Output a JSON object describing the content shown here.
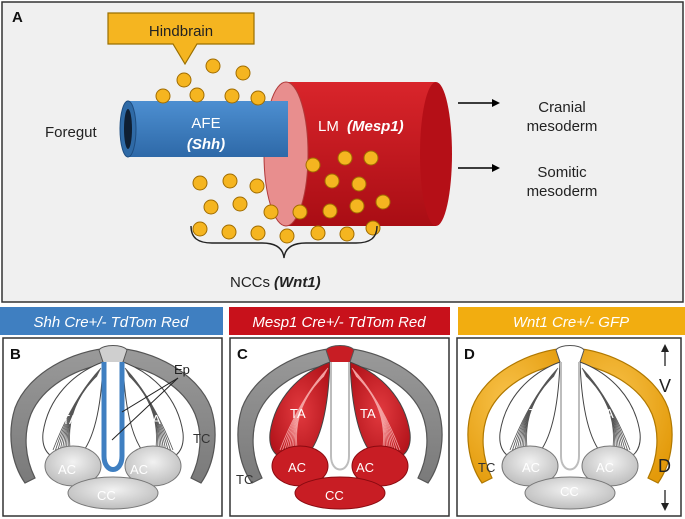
{
  "panel_a": {
    "letter": "A",
    "hindbrain": "Hindbrain",
    "foregut": "Foregut",
    "afe": "AFE",
    "afe_gene": "(Shh)",
    "lm": "LM",
    "lm_gene": "(Mesp1)",
    "cranial_line1": "Cranial",
    "cranial_line2": "mesoderm",
    "somitic_line1": "Somitic",
    "somitic_line2": "mesoderm",
    "nccs": "NCCs",
    "nccs_gene": "(Wnt1)"
  },
  "panel_b": {
    "letter": "B",
    "header": "Shh Cre+/- TdTom Red",
    "header_color": "#3f7fc1",
    "ep": "Ep",
    "ta_left": "TA",
    "ta_right": "TA",
    "tc": "TC",
    "ac_left": "AC",
    "ac_right": "AC",
    "cc": "CC"
  },
  "panel_c": {
    "letter": "C",
    "header": "Mesp1 Cre+/- TdTom Red",
    "header_color": "#c8111b",
    "ta_left": "TA",
    "ta_right": "TA",
    "tc": "TC",
    "ac_left": "AC",
    "ac_right": "AC",
    "cc": "CC"
  },
  "panel_d": {
    "letter": "D",
    "header": "Wnt1 Cre+/- GFP",
    "header_color": "#f2ad10",
    "v": "V",
    "d": "D",
    "ta_left": "TA",
    "ta_right": "TA",
    "tc": "TC",
    "ac_left": "AC",
    "ac_right": "AC",
    "cc": "CC"
  },
  "colors": {
    "afe_blue": "#3f7fc1",
    "lm_red": "#c8111b",
    "ncc_yellow": "#f5b520",
    "panel_bg": "#f0f0f0"
  }
}
